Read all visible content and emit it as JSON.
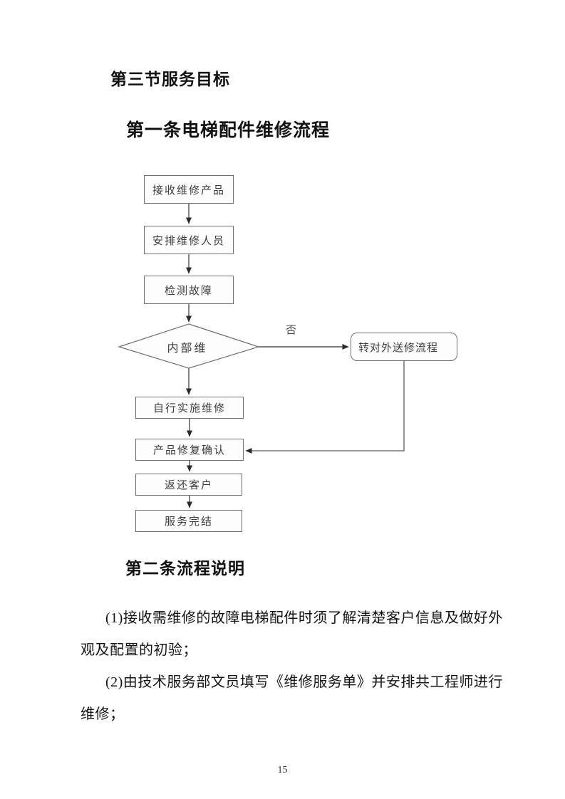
{
  "headings": {
    "section": "第三节服务目标",
    "article1": "第一条电梯配件维修流程",
    "article2": "第二条流程说明"
  },
  "flowchart": {
    "nodes": {
      "receive": "接收维修产品",
      "assign": "安排维修人员",
      "detect": "检测故障",
      "decision": "内部维",
      "external": "转对外送修流程",
      "self_repair": "自行实施维修",
      "confirm": "产品修复确认",
      "return_customer": "返还客户",
      "complete": "服务完结"
    },
    "labels": {
      "no": "否"
    },
    "colors": {
      "stroke": "#6f6f6f",
      "arrow": "#2b2b2b",
      "node_text": "#3c3c3c"
    }
  },
  "paragraphs": {
    "p1": {
      "line1": "(1)接收需维修的故障电梯配件时须了解清楚客户信息及做好外",
      "line2": "观及配置的初验；"
    },
    "p2": {
      "line1": "(2)由技术服务部文员填写《维修服务单》并安排共工程师进行",
      "line2": "维修；"
    }
  },
  "page": {
    "number": "15"
  },
  "colors": {
    "body_text": "#141414",
    "background": "#ffffff"
  }
}
